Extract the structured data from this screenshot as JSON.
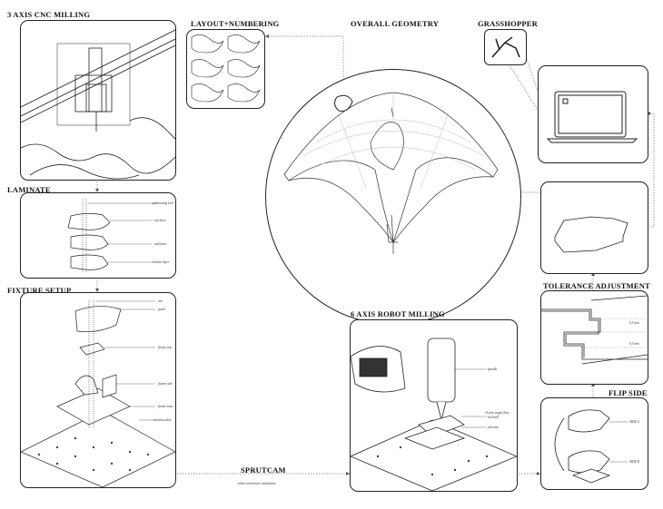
{
  "titles": {
    "cnc": "3 AXIS CNC MILLING",
    "layout": "LAYOUT+NUMBERING",
    "geometry": "OVERALL GEOMETRY",
    "grasshopper": "GRASSHOPPER",
    "laminate": "LAMINATE",
    "fixture": "FIXTURE SETUP",
    "robot": "6 AXIS ROBOT MILLING",
    "tolerance": "TOLERANCE ADJUSTMENT",
    "flip": "FLIP SIDE",
    "sprutcam": "SPRUTCAM"
  },
  "sprutcam_subtitle": "robot movement simulation",
  "laminate_labels": [
    "positioning bolt",
    "top layer",
    "mid layer",
    "bottom layer"
  ],
  "fixture_labels": [
    "nut",
    "panel",
    "fixture top",
    "fixture side",
    "fixture base",
    "rotation table"
  ],
  "robot_labels": [
    "spindle",
    "16 mm single flute",
    "ball mill",
    "job zone"
  ],
  "tolerance_labels": [
    "0.5 mm",
    "0.5 mm"
  ],
  "flip_labels": [
    "SIDE A",
    "SIDE B"
  ]
}
